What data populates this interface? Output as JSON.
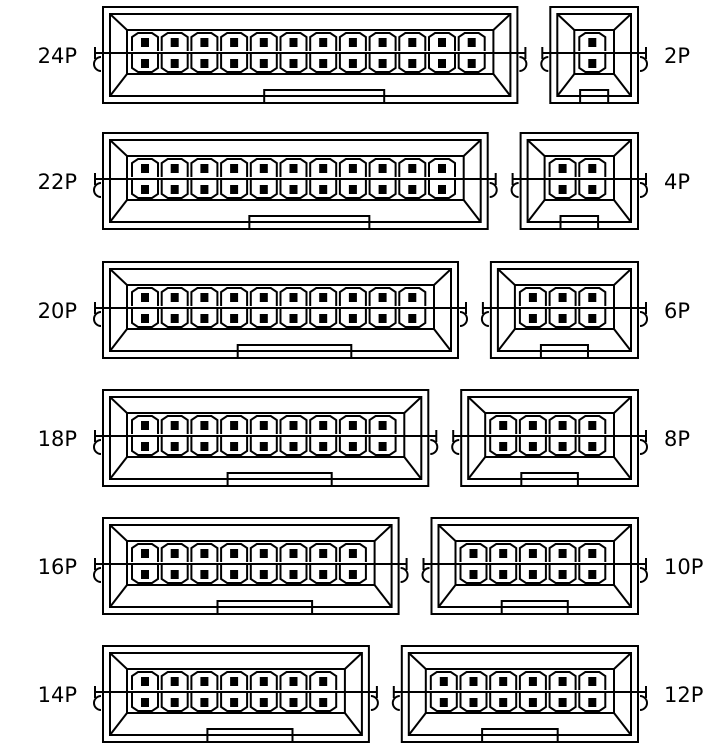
{
  "connectors": [
    {
      "id": "24P",
      "label": "24P",
      "pins": 24,
      "side": "left"
    },
    {
      "id": "22P",
      "label": "22P",
      "pins": 22,
      "side": "left"
    },
    {
      "id": "20P",
      "label": "20P",
      "pins": 20,
      "side": "left"
    },
    {
      "id": "18P",
      "label": "18P",
      "pins": 18,
      "side": "left"
    },
    {
      "id": "16P",
      "label": "16P",
      "pins": 16,
      "side": "left"
    },
    {
      "id": "14P",
      "label": "14P",
      "pins": 14,
      "side": "left"
    },
    {
      "id": "2P",
      "label": "2P",
      "pins": 2,
      "side": "right"
    },
    {
      "id": "4P",
      "label": "4P",
      "pins": 4,
      "side": "right"
    },
    {
      "id": "6P",
      "label": "6P",
      "pins": 6,
      "side": "right"
    },
    {
      "id": "8P",
      "label": "8P",
      "pins": 8,
      "side": "right"
    },
    {
      "id": "10P",
      "label": "10P",
      "pins": 10,
      "side": "right"
    },
    {
      "id": "12P",
      "label": "12P",
      "pins": 12,
      "side": "right"
    }
  ],
  "colors": {
    "line": "#000000",
    "background": "#ffffff"
  }
}
